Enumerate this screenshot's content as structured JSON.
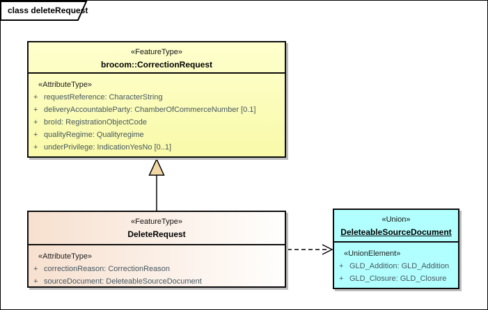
{
  "frame": {
    "label": "class deleteRequest"
  },
  "colors": {
    "frame_border": "#000000",
    "box_border": "#0b0b0b",
    "yellow_top": "#feffcd",
    "yellow_bottom": "#f9faa9",
    "peach_left": "#f7e0cf",
    "peach_right": "#fffefd",
    "cyan_fill": "#b2ffff",
    "shadow": "#bdbdbd",
    "attribute_text": "#46565f",
    "generalization_arrow_fill": "#f2d8a4"
  },
  "classes": [
    {
      "stereotype": "«FeatureType»",
      "name": "brocom::CorrectionRequest",
      "attr_stereotype": "«AttributeType»",
      "attributes": [
        {
          "vis": "+",
          "text": "requestReference: CharacterString"
        },
        {
          "vis": "+",
          "text": "deliveryAccountableParty: ChamberOfCommerceNumber [0.1]"
        },
        {
          "vis": "+",
          "text": "broId: RegistrationObjectCode"
        },
        {
          "vis": "+",
          "text": "qualityRegime: Qualityregime"
        },
        {
          "vis": "+",
          "text": "underPrivilege: IndicationYesNo [0..1]"
        }
      ]
    },
    {
      "stereotype": "«FeatureType»",
      "name": "DeleteRequest",
      "attr_stereotype": "«AttributeType»",
      "attributes": [
        {
          "vis": "+",
          "text": "correctionReason: CorrectionReason"
        },
        {
          "vis": "+",
          "text": "sourceDocument: DeleteableSourceDocument"
        }
      ]
    },
    {
      "stereotype": "«Union»",
      "name": "DeleteableSourceDocument",
      "attr_stereotype": "«UnionElement»",
      "attributes": [
        {
          "vis": "+",
          "text": "GLD_Addition: GLD_Addition"
        },
        {
          "vis": "+",
          "text": "GLD_Closure: GLD_Closure"
        }
      ]
    }
  ],
  "relationships": [
    {
      "type": "generalization",
      "from": "DeleteRequest",
      "to": "brocom::CorrectionRequest"
    },
    {
      "type": "dependency",
      "from": "DeleteRequest",
      "to": "DeleteableSourceDocument"
    }
  ]
}
